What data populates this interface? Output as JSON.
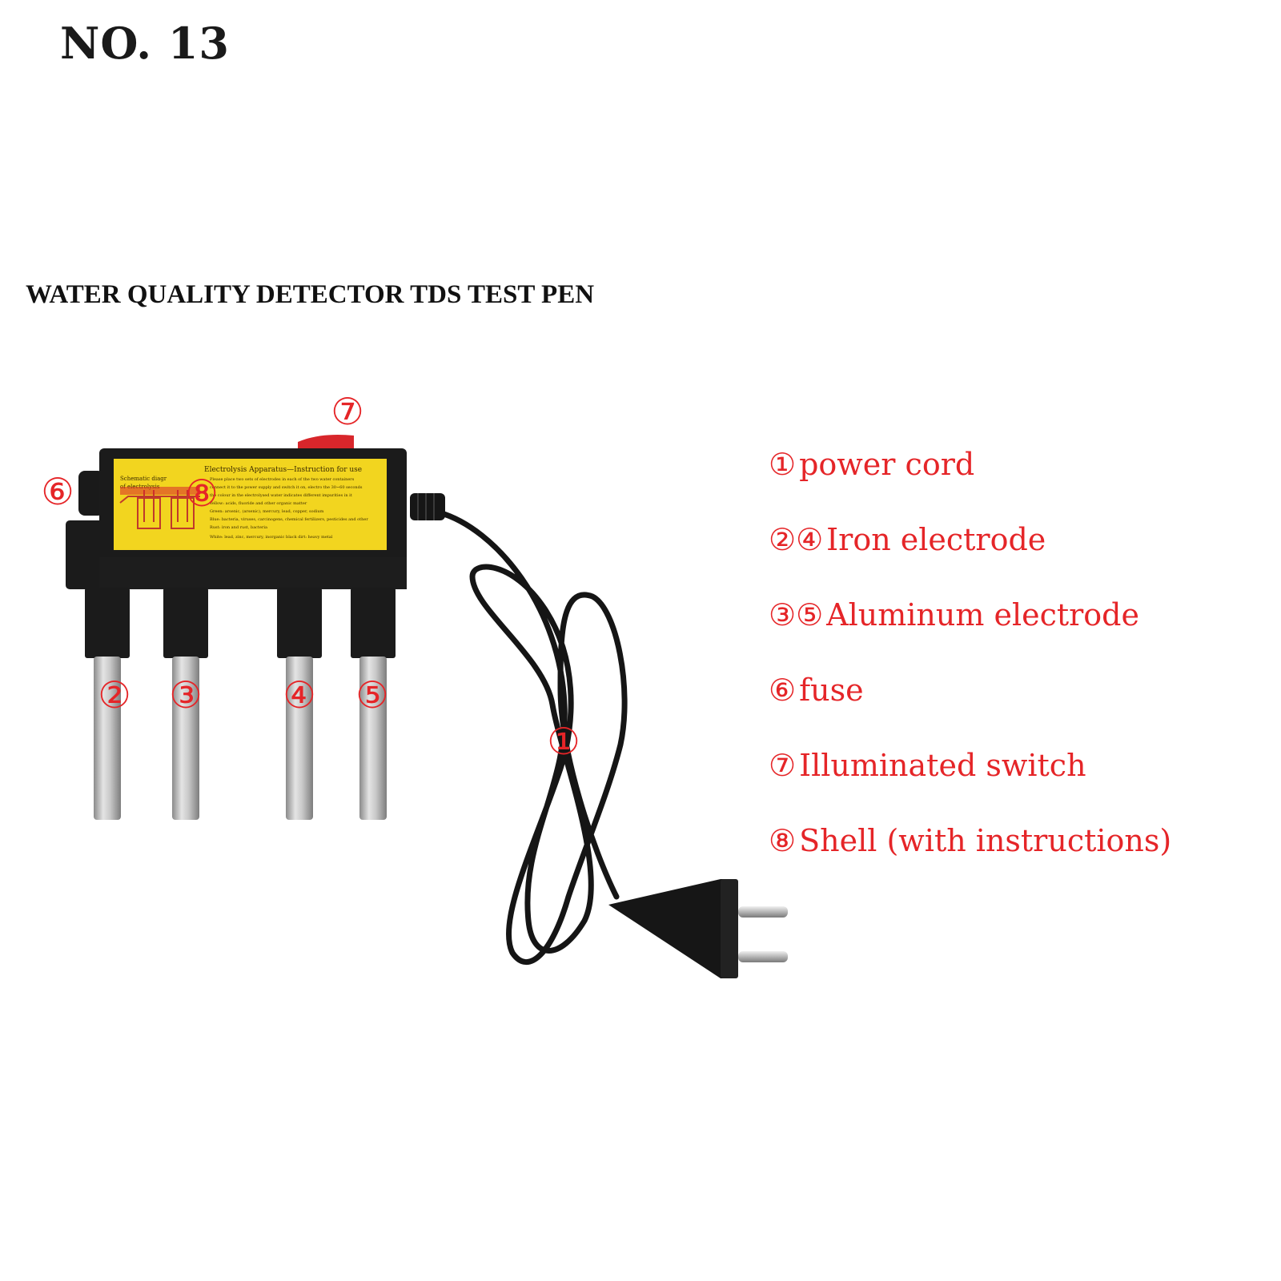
{
  "header": {
    "page_number": "NO. 13",
    "title": "WATER QUALITY DETECTOR TDS TEST PEN"
  },
  "colors": {
    "callout_red": "#e52528",
    "device_body": "#1b1b1b",
    "label_yellow": "#f2d51f",
    "electrode_metal": "#b8b8b8",
    "switch_red": "#d8262b"
  },
  "device_label": {
    "heading": "Electrolysis Apparatus—Instruction for use",
    "side_heading_1": "Schematic diagr",
    "side_heading_2": "of electrolysis",
    "lines": [
      "Please place two sets of electrodes in each of the two water containers",
      "connect it to the power supply and switch it on, electro the 30~60 seconds",
      "the colour in the electrolysed water indicates different impurities in it",
      "Yellow: acids, fluoride and other organic matter",
      "Green: arsenic, (arsenic), mercury, lead, copper, sodium",
      "Blue: bacteria, viruses, carcinogens, chemical fertilizers, pesticides and other",
      "Rust: iron and rust, bacteria",
      "White: lead, zinc, mercury, inorganic           black dirt: heavy metal"
    ]
  },
  "callouts": [
    {
      "id": "1",
      "symbol": "①"
    },
    {
      "id": "2",
      "symbol": "②"
    },
    {
      "id": "3",
      "symbol": "③"
    },
    {
      "id": "4",
      "symbol": "④"
    },
    {
      "id": "5",
      "symbol": "⑤"
    },
    {
      "id": "6",
      "symbol": "⑥"
    },
    {
      "id": "7",
      "symbol": "⑦"
    },
    {
      "id": "8",
      "symbol": "⑧"
    }
  ],
  "legend": [
    {
      "nums": "①",
      "text": "power cord"
    },
    {
      "nums": "②④",
      "text": "Iron electrode"
    },
    {
      "nums": "③⑤",
      "text": "Aluminum electrode"
    },
    {
      "nums": "⑥",
      "text": "fuse"
    },
    {
      "nums": "⑦",
      "text": "Illuminated switch"
    },
    {
      "nums": "⑧",
      "text": "Shell (with instructions)"
    }
  ]
}
